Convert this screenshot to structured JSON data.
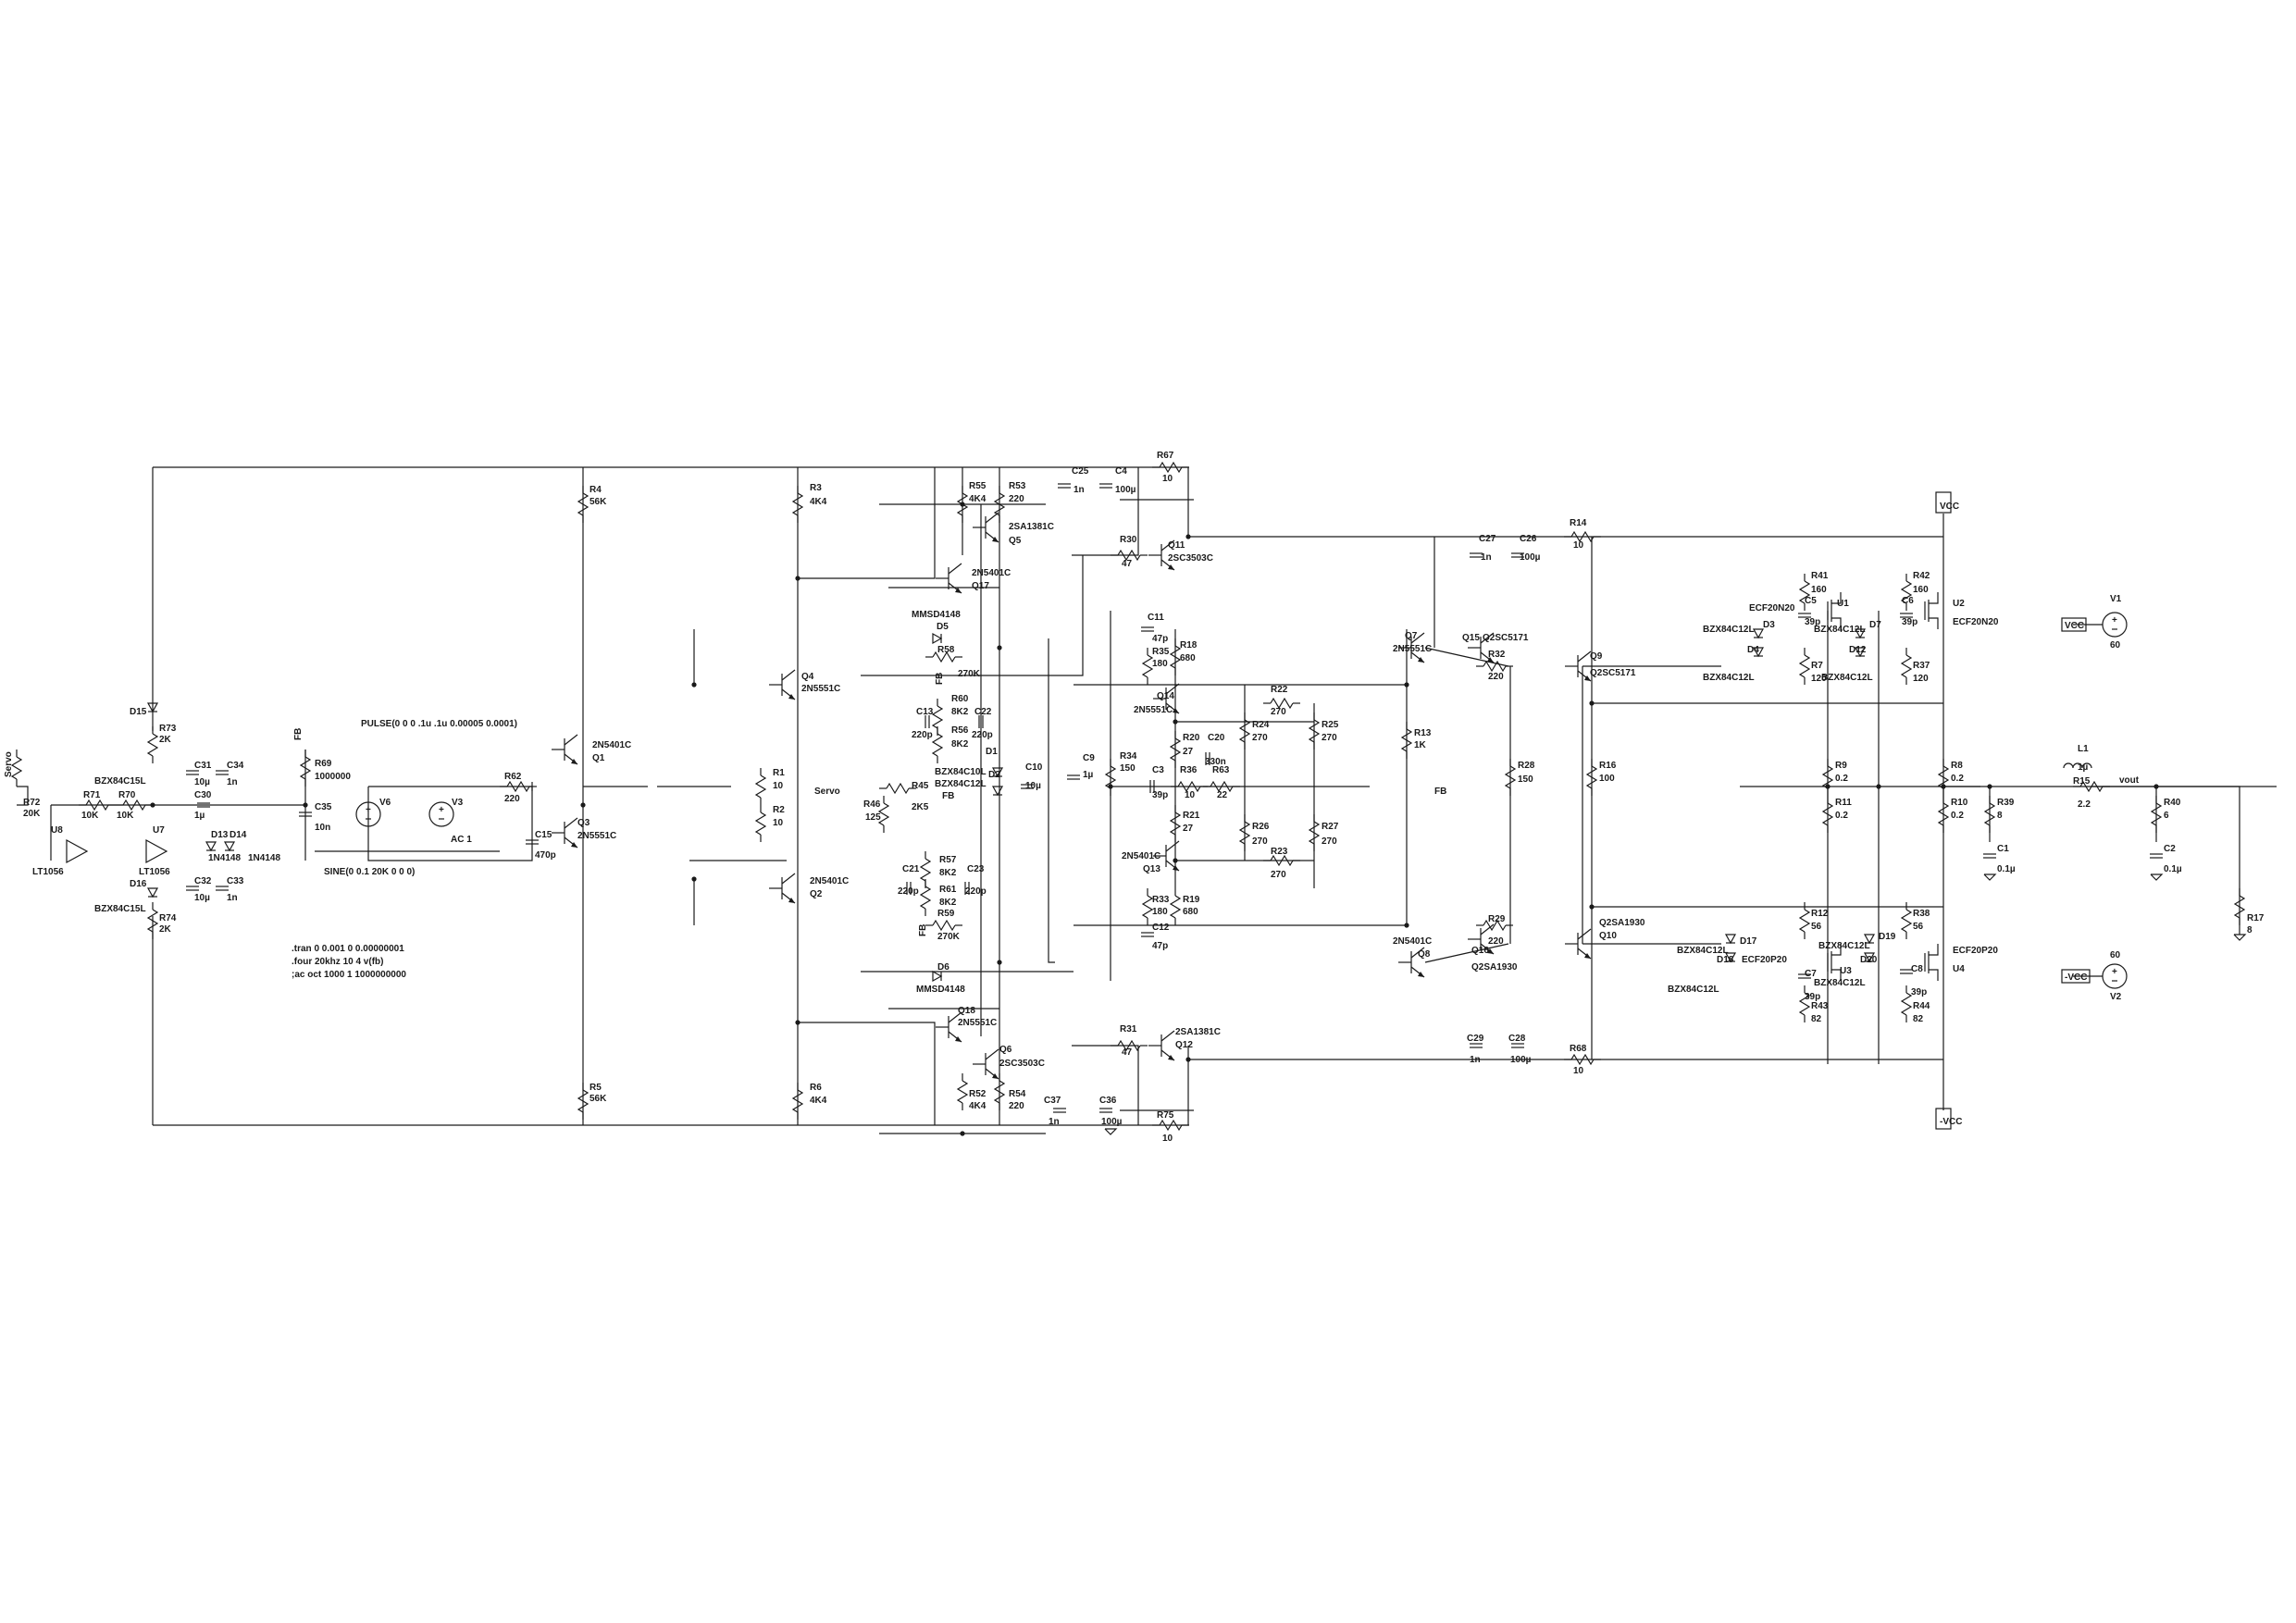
{
  "schematic": {
    "labels": {
      "servo": "Servo",
      "r72": "R72",
      "r72_val": "20K",
      "u8": "U8",
      "u7": "U7",
      "lt1056_a": "LT1056",
      "lt1056_b": "LT1056",
      "r71": "R71",
      "r71_val": "10K",
      "r70": "R70",
      "r70_val": "10K",
      "c30": "C30",
      "c30_val": "1µ",
      "c31": "C31",
      "c31_val": "10µ",
      "c34": "C34",
      "c34_val": "1n",
      "c32": "C32",
      "c32_val": "10µ",
      "c33": "C33",
      "c33_val": "1n",
      "d15": "D15",
      "d15_part": "BZX84C15L",
      "d16": "D16",
      "d16_part": "BZX84C15L",
      "d13": "D13",
      "d13_part": "1N4148",
      "d14": "D14",
      "d14_part": "1N4148",
      "r73": "R73",
      "r73_val": "2K",
      "r74": "R74",
      "r74_val": "2K",
      "fb1": "FB",
      "r69": "R69",
      "r69_val": "1000000",
      "c35": "C35",
      "c35_val": "10n",
      "pulse": "PULSE(0 0 0 .1u .1u 0.00005 0.0001)",
      "v6": "V6",
      "v3": "V3",
      "v3_ac": "AC 1",
      "sine": "SINE(0 0.1 20K 0 0 0)",
      "r62": "R62",
      "r62_val": "220",
      "c15": "C15",
      "c15_val": "470p",
      "r4": "R4",
      "r4_val": "56K",
      "r5": "R5",
      "r5_val": "56K",
      "q1": "Q1",
      "q1_part": "2N5401C",
      "q3": "Q3",
      "q3_part": "2N5551C",
      "directive1": ".tran 0 0.001 0 0.00000001",
      "directive2": ".four 20khz 10 4 v(fb)",
      "directive3": ";ac oct 1000 1 1000000000",
      "r3": "R3",
      "r3_val": "4K4",
      "r6": "R6",
      "r6_val": "4K4",
      "q4": "Q4",
      "q4_part": "2N5551C",
      "q2": "Q2",
      "q2_part": "2N5401C",
      "r1": "R1",
      "r1_val": "10",
      "r2": "R2",
      "r2_val": "10",
      "servo2": "Servo",
      "r46": "R46",
      "r46_val": "125",
      "r45": "R45",
      "r45_val": "2K5",
      "fb2": "FB",
      "r55": "R55",
      "r55_val": "4K4",
      "r53": "R53",
      "r53_val": "220",
      "q5": "Q5",
      "q5_part": "2SA1381C",
      "q17": "Q17",
      "q17_part": "2N5401C",
      "d5": "D5",
      "d5_part": "MMSD4148",
      "r58": "R58",
      "r58_val": "270K",
      "fb3": "FB",
      "r60": "R60",
      "r60_val": "8K2",
      "c13": "C13",
      "c13_val": "220p",
      "r56": "R56",
      "r56_val": "8K2",
      "c22": "C22",
      "c22_val": "220p",
      "d1": "D1",
      "d1_part": "BZX84C10L",
      "d2": "D2",
      "d2_part": "BZX84C12L",
      "c10": "C10",
      "c10_val": "10µ",
      "r57": "R57",
      "r57_val": "8K2",
      "c21": "C21",
      "c21_val": "220p",
      "r61": "R61",
      "r61_val": "8K2",
      "c23": "C23",
      "c23_val": "220p",
      "fb4": "FB",
      "r59": "R59",
      "r59_val": "270K",
      "d6": "D6",
      "d6_part": "MMSD4148",
      "q18": "Q18",
      "q18_part": "2N5551C",
      "q6": "Q6",
      "q6_part": "2SC3503C",
      "r52": "R52",
      "r52_val": "4K4",
      "r54": "R54",
      "r54_val": "220",
      "c25": "C25",
      "c25_val": "1n",
      "c4": "C4",
      "c4_val": "100µ",
      "r67": "R67",
      "r67_val": "10",
      "c37": "C37",
      "c37_val": "1n",
      "c36": "C36",
      "c36_val": "100µ",
      "r75": "R75",
      "r75_val": "10",
      "r30": "R30",
      "r30_val": "47",
      "q11": "Q11",
      "q11_part": "2SC3503C",
      "c11": "C11",
      "c11_val": "47p",
      "r35": "R35",
      "r35_val": "180",
      "r18": "R18",
      "r18_val": "680",
      "q14": "Q14",
      "q14_part": "2N5551C",
      "c9": "C9",
      "c9_val": "1µ",
      "r34": "R34",
      "r34_val": "150",
      "r20": "R20",
      "r20_val": "27",
      "c3": "C3",
      "c3_val": "39p",
      "r36": "R36",
      "r36_val": "10",
      "c20": "C20",
      "c20_val": "330n",
      "r63": "R63",
      "r63_val": "22",
      "r21": "R21",
      "r21_val": "27",
      "q13": "Q13",
      "q13_part": "2N5401C",
      "r33": "R33",
      "r33_val": "180",
      "r19": "R19",
      "r19_val": "680",
      "c12": "C12",
      "c12_val": "47p",
      "r31": "R31",
      "r31_val": "47",
      "q12": "Q12",
      "q12_part": "2SA1381C",
      "r22": "R22",
      "r22_val": "270",
      "r24": "R24",
      "r24_val": "270",
      "r25": "R25",
      "r25_val": "270",
      "r26": "R26",
      "r26_val": "270",
      "r27": "R27",
      "r27_val": "270",
      "r23": "R23",
      "r23_val": "270",
      "q7": "Q7",
      "q7_part": "2N5551C",
      "q8": "Q8",
      "q8_part": "2N5401C",
      "r13": "R13",
      "r13_val": "1K",
      "q15": "Q15",
      "q15_part": "Q2SC5171",
      "q16": "Q16",
      "q16_part": "Q2SA1930",
      "r32": "R32",
      "r32_val": "220",
      "r29": "R29",
      "r29_val": "220",
      "r28": "R28",
      "r28_val": "150",
      "fb5": "FB",
      "c27": "C27",
      "c27_val": "1n",
      "c26": "C26",
      "c26_val": "100µ",
      "r14": "R14",
      "r14_val": "10",
      "c29": "C29",
      "c29_val": "1n",
      "c28": "C28",
      "c28_val": "100µ",
      "r68": "R68",
      "r68_val": "10",
      "q9": "Q9",
      "q9_part": "Q2SC5171",
      "q10": "Q10",
      "q10_part": "Q2SA1930",
      "r16": "R16",
      "r16_val": "100",
      "r41": "R41",
      "r41_val": "160",
      "c5": "C5",
      "c5_val": "39p",
      "u1": "U1",
      "u1_part": "ECF20N20",
      "d3": "D3",
      "d3_part": "BZX84C12L",
      "d4": "D4",
      "d4_part": "BZX84C12L",
      "r7": "R7",
      "r7_val": "120",
      "d7": "D7",
      "d7_part": "BZX84C12L",
      "d12": "D12",
      "d12_part": "BZX84C12L",
      "r42": "R42",
      "r42_val": "160",
      "c6": "C6",
      "c6_val": "39p",
      "u2": "U2",
      "u2_part": "ECF20N20",
      "r37": "R37",
      "r37_val": "120",
      "r9": "R9",
      "r9_val": "0.2",
      "r11": "R11",
      "r11_val": "0.2",
      "r8": "R8",
      "r8_val": "0.2",
      "r10": "R10",
      "r10_val": "0.2",
      "r12": "R12",
      "r12_val": "56",
      "d17": "D17",
      "d17_part": "BZX84C12L",
      "d18": "D18",
      "d18_part": "BZX84C12L",
      "u3": "U3",
      "u3_part": "ECF20P20",
      "c7": "C7",
      "c7_val": "39p",
      "r43": "R43",
      "r43_val": "82",
      "d19": "D19",
      "d19_part": "BZX84C12L",
      "d20": "D20",
      "d20_part": "BZX84C12L",
      "r38": "R38",
      "r38_val": "56",
      "c8": "C8",
      "c8_val": "39p",
      "u4": "U4",
      "u4_part": "ECF20P20",
      "r44": "R44",
      "r44_val": "82",
      "vcc_top": "VCC",
      "vcc_bot": "-VCC",
      "v1": "V1",
      "v1_node": "VCC",
      "v1_val": "60",
      "v2": "V2",
      "v2_node": "-VCC",
      "v2_val": "60",
      "r39": "R39",
      "r39_val": "8",
      "c1": "C1",
      "c1_val": "0.1µ",
      "l1": "L1",
      "l1_val": "1µ",
      "r15": "R15",
      "r15_val": "2.2",
      "vout": "vout",
      "r40": "R40",
      "r40_val": "6",
      "c2": "C2",
      "c2_val": "0.1µ",
      "r17": "R17",
      "r17_val": "8"
    }
  }
}
